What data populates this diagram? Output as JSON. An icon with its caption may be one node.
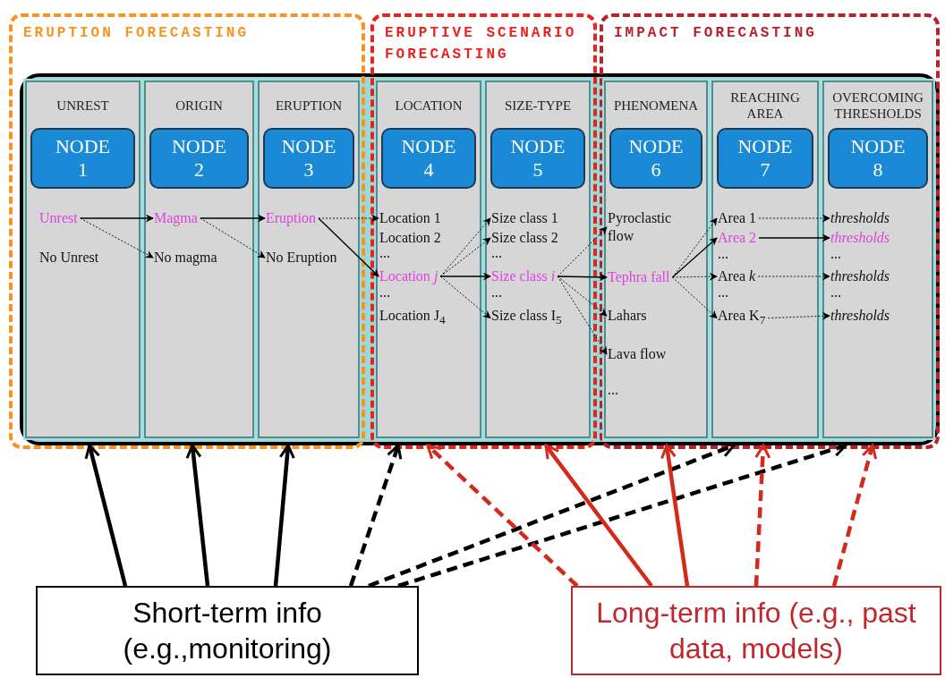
{
  "diagram": {
    "nodes": [
      {
        "text": [
          "ERUPTION FORECASTING"
        ]
      },
      {
        "text": [
          "ERUPTIVE SCENARIO FORECASTING"
        ]
      },
      {
        "text": [
          "IMPACT FORECASTING"
        ]
      },
      {
        "text": [
          "UNREST"
        ],
        "in": 0
      },
      {
        "text": [
          "NODE 1"
        ],
        "in": 3
      },
      {
        "text": [
          "Unrest"
        ],
        "in": 3
      },
      {
        "text": [
          "No Unrest"
        ],
        "in": 3
      },
      {
        "text": [
          "ORIGIN"
        ],
        "in": 0
      },
      {
        "text": [
          "NODE 2"
        ],
        "in": 7
      },
      {
        "text": [
          "Magma"
        ],
        "in": 7
      },
      {
        "text": [
          "No magma"
        ],
        "in": 7
      },
      {
        "text": [
          "ERUPTION"
        ],
        "in": 0
      },
      {
        "text": [
          "NODE 3"
        ],
        "in": 11
      },
      {
        "text": [
          "Eruption"
        ],
        "in": 11
      },
      {
        "text": [
          "No Eruption"
        ],
        "in": 11
      },
      {
        "text": [
          "LOCATION"
        ],
        "in": 1
      },
      {
        "text": [
          "NODE 4"
        ],
        "in": 15
      },
      {
        "text": [
          "Location 1"
        ],
        "in": 15
      },
      {
        "text": [
          "Location 2"
        ],
        "in": 15
      },
      {
        "text": [
          "Location *j*"
        ],
        "in": 15
      },
      {
        "text": [
          "Location J$_{4}$"
        ],
        "in": 15
      },
      {
        "text": [
          "SIZE-TYPE"
        ],
        "in": 1
      },
      {
        "text": [
          "NODE 5"
        ],
        "in": 21
      },
      {
        "text": [
          "Size class 1"
        ],
        "in": 21
      },
      {
        "text": [
          "Size class 2"
        ],
        "in": 21
      },
      {
        "text": [
          "Size class *i*"
        ],
        "in": 21
      },
      {
        "text": [
          "Size class I$_{5}$"
        ],
        "in": 21
      },
      {
        "text": [
          "PHENOMENA"
        ],
        "in": 2
      },
      {
        "text": [
          "NODE 6"
        ],
        "in": 27
      },
      {
        "text": [
          "Pyroclastic flow"
        ],
        "in": 27
      },
      {
        "text": [
          "Tephra fall"
        ],
        "in": 27
      },
      {
        "text": [
          "Lahars"
        ],
        "in": 27
      },
      {
        "text": [
          "Lava flow"
        ],
        "in": 27
      },
      {
        "text": [
          "REACHING AREA"
        ],
        "in": 2
      },
      {
        "text": [
          "NODE 7"
        ],
        "in": 33
      },
      {
        "text": [
          "Area 1"
        ],
        "in": 33
      },
      {
        "text": [
          "Area 2"
        ],
        "in": 33
      },
      {
        "text": [
          "Area *k*"
        ],
        "in": 33
      },
      {
        "text": [
          "Area K$_{7}$"
        ],
        "in": 33
      },
      {
        "text": [
          "OVERCOMING THRESHOLDS"
        ],
        "in": 2
      },
      {
        "text": [
          "NODE 8"
        ],
        "in": 39
      },
      {
        "text": [
          "thresholds"
        ],
        "in": 39
      },
      {
        "text": [
          "thresholds"
        ],
        "in": 39
      },
      {
        "text": [
          "thresholds"
        ],
        "in": 39
      },
      {
        "text": [
          "thresholds"
        ],
        "in": 39
      },
      {
        "text": [
          "Short-term info (e.g.,monitoring)"
        ]
      },
      {
        "text": [
          "Long-term info (e.g., past data, models)"
        ]
      }
    ],
    "edges": [
      {
        "from": 5,
        "to": 9,
        "arrow": "to"
      },
      {
        "from": 5,
        "to": 10,
        "arrow": "to",
        "style": "dashed"
      },
      {
        "from": 9,
        "to": 13,
        "arrow": "to"
      },
      {
        "from": 9,
        "to": 14,
        "arrow": "to",
        "style": "dashed"
      },
      {
        "from": 13,
        "to": 17,
        "arrow": "to",
        "style": "dashed"
      },
      {
        "from": 13,
        "to": 19,
        "arrow": "to"
      },
      {
        "from": 19,
        "to": 23,
        "arrow": "to",
        "style": "dashed"
      },
      {
        "from": 19,
        "to": 24,
        "arrow": "to",
        "style": "dashed"
      },
      {
        "from": 19,
        "to": 25,
        "arrow": "to"
      },
      {
        "from": 19,
        "to": 26,
        "arrow": "to",
        "style": "dashed"
      },
      {
        "from": 25,
        "to": 29,
        "arrow": "to",
        "style": "dashed"
      },
      {
        "from": 25,
        "to": 30,
        "arrow": "to"
      },
      {
        "from": 25,
        "to": 31,
        "arrow": "to",
        "style": "dashed"
      },
      {
        "from": 25,
        "to": 32,
        "arrow": "to",
        "style": "dashed"
      },
      {
        "from": 30,
        "to": 35,
        "arrow": "to",
        "style": "dashed"
      },
      {
        "from": 30,
        "to": 36,
        "arrow": "to"
      },
      {
        "from": 30,
        "to": 37,
        "arrow": "to",
        "style": "dashed"
      },
      {
        "from": 30,
        "to": 38,
        "arrow": "to",
        "style": "dashed"
      },
      {
        "from": 35,
        "to": 41,
        "arrow": "to",
        "style": "dashed"
      },
      {
        "from": 36,
        "to": 42,
        "arrow": "to"
      },
      {
        "from": 37,
        "to": 43,
        "arrow": "to",
        "style": "dashed"
      },
      {
        "from": 38,
        "to": 44,
        "arrow": "to",
        "style": "dashed"
      },
      {
        "from": 45,
        "to": 3,
        "arrow": "to",
        "style": "thick"
      },
      {
        "from": 45,
        "to": 7,
        "arrow": "to",
        "style": "thick"
      },
      {
        "from": 45,
        "to": 11,
        "arrow": "to",
        "style": "thick"
      },
      {
        "from": 45,
        "to": 15,
        "arrow": "to",
        "style": "dashed"
      },
      {
        "from": 45,
        "to": 33,
        "arrow": "to",
        "style": "dashed"
      },
      {
        "from": 45,
        "to": 39,
        "arrow": "to",
        "style": "dashed"
      },
      {
        "from": 46,
        "to": 15,
        "arrow": "to",
        "style": "dashed",
        "color": "#d42a1e"
      },
      {
        "from": 46,
        "to": 21,
        "arrow": "to",
        "style": "thick",
        "color": "#d42a1e"
      },
      {
        "from": 46,
        "to": 27,
        "arrow": "to",
        "style": "thick",
        "color": "#d42a1e"
      },
      {
        "from": 46,
        "to": 33,
        "arrow": "to",
        "style": "dashed",
        "color": "#d42a1e"
      },
      {
        "from": 46,
        "to": 39,
        "arrow": "to",
        "style": "dashed",
        "color": "#d42a1e"
      }
    ],
    "labels": [
      "...",
      "...",
      "...",
      "...",
      "...",
      "...",
      "...",
      "...",
      "..."
    ]
  }
}
